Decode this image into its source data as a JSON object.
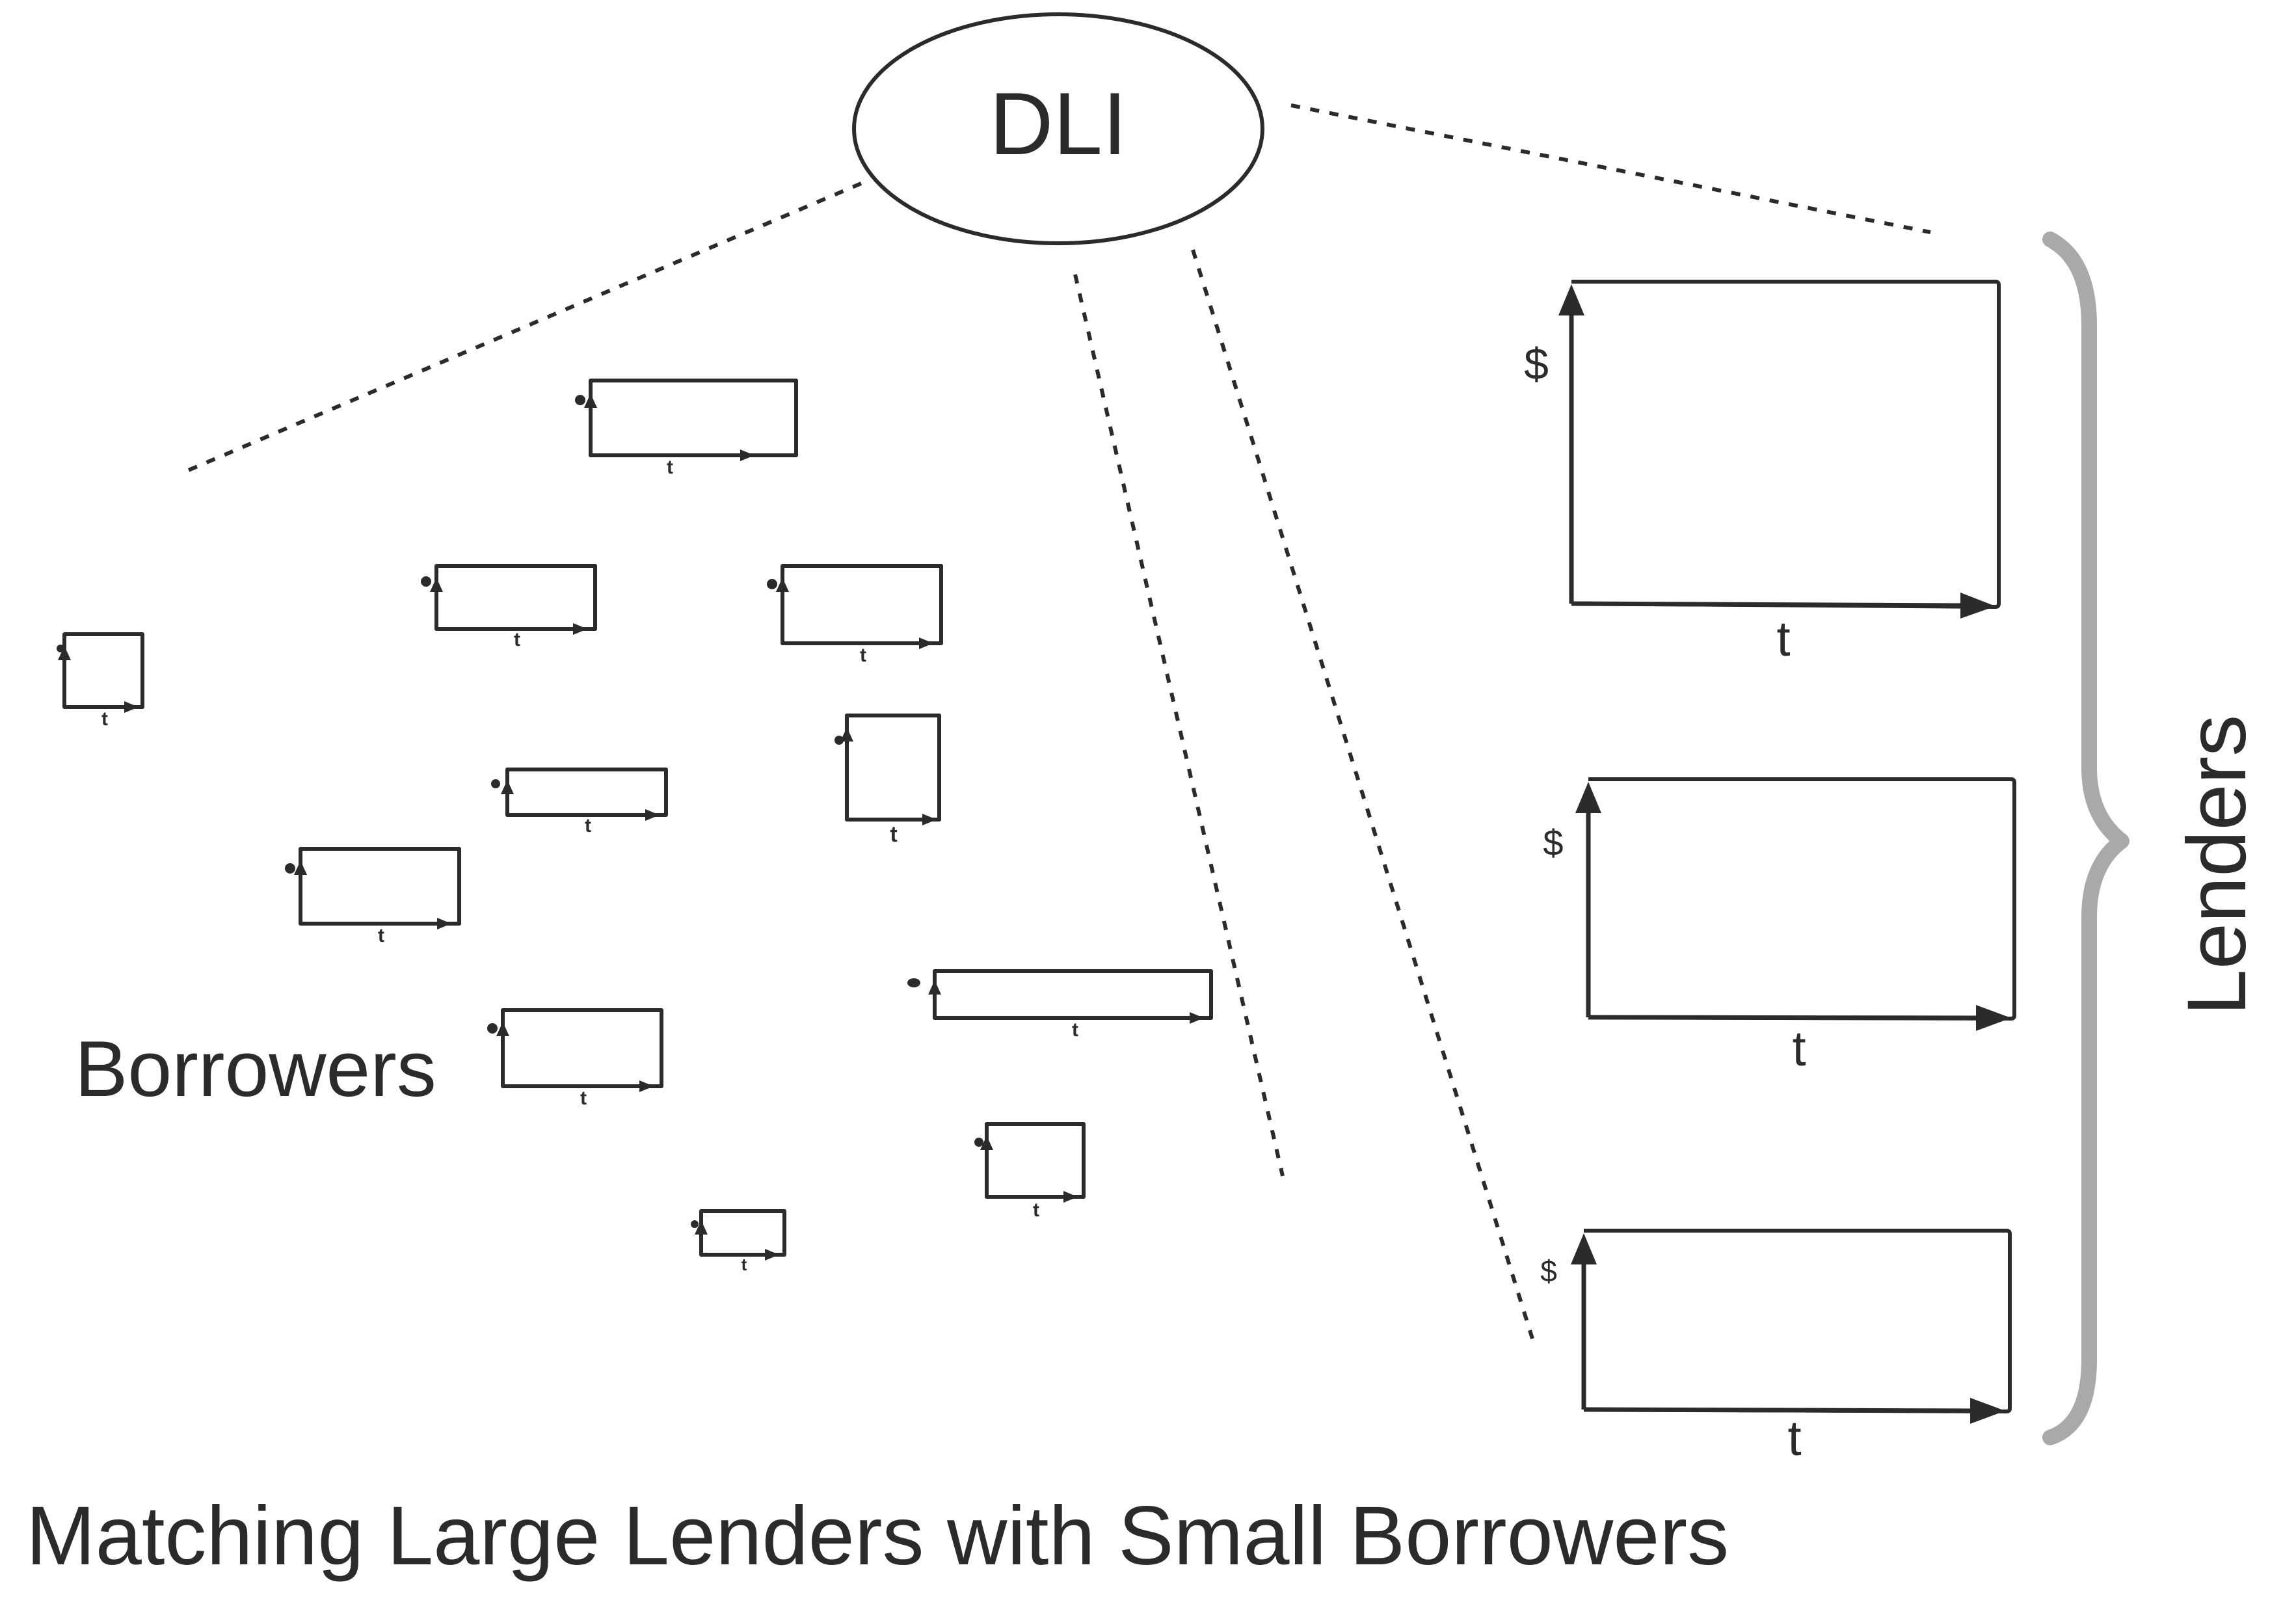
{
  "diagram": {
    "title": "Matching Large Lenders with Small Borrowers",
    "hub_label": "DLI",
    "borrowers_label": "Borrowers",
    "lenders_label": "Lenders",
    "lender_charts": [
      {
        "y_label": "$",
        "x_label": "t"
      },
      {
        "y_label": "$",
        "x_label": "t"
      },
      {
        "y_label": "$",
        "x_label": "t"
      }
    ],
    "borrower_x_label": "t",
    "colors": {
      "ink": "#2b2b2b",
      "brace": "#a9a9a9",
      "background": "#ffffff"
    }
  }
}
